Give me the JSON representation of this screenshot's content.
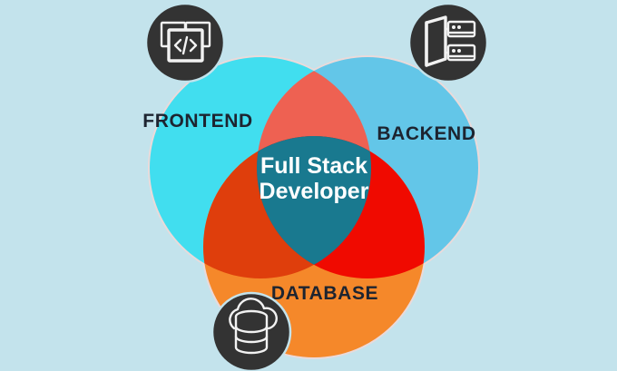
{
  "diagram": {
    "type": "venn",
    "background_color": "#c3e3ec",
    "outline_color": "#eadada",
    "center": {
      "label_line1": "Full Stack",
      "label_line2": "Developer",
      "text_color": "#ffffff",
      "fill_color": "#19798f"
    },
    "sets": [
      {
        "id": "frontend",
        "label": "FRONTEND",
        "color": "#41deef",
        "label_color": "#1d2430",
        "icon": "code-brackets-icon"
      },
      {
        "id": "backend",
        "label": "BACKEND",
        "color": "#63c6e8",
        "label_color": "#1d2430",
        "icon": "server-rack-icon"
      },
      {
        "id": "database",
        "label": "DATABASE",
        "color": "#f5882a",
        "label_color": "#1d2430",
        "icon": "cloud-database-icon"
      }
    ],
    "intersections": [
      {
        "id": "frontend-backend",
        "color": "#ee6152"
      },
      {
        "id": "frontend-database",
        "color": "#df3e0c"
      },
      {
        "id": "backend-database",
        "color": "#f00a00"
      },
      {
        "id": "frontend-backend-database",
        "color": "#19798f"
      }
    ],
    "badges": [
      {
        "id": "frontend-badge",
        "icon": "code-brackets-icon",
        "fill": "#333333"
      },
      {
        "id": "backend-badge",
        "icon": "server-rack-icon",
        "fill": "#333333"
      },
      {
        "id": "database-badge",
        "icon": "cloud-database-icon",
        "fill": "#333333"
      }
    ]
  }
}
